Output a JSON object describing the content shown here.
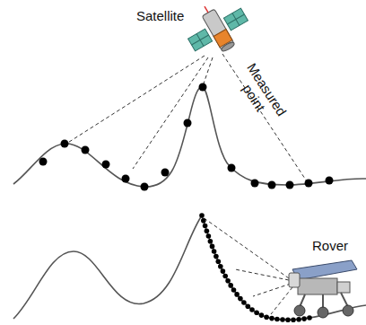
{
  "diagram": {
    "labels": [
      "Satellite",
      "Measured point",
      "Rover"
    ]
  }
}
